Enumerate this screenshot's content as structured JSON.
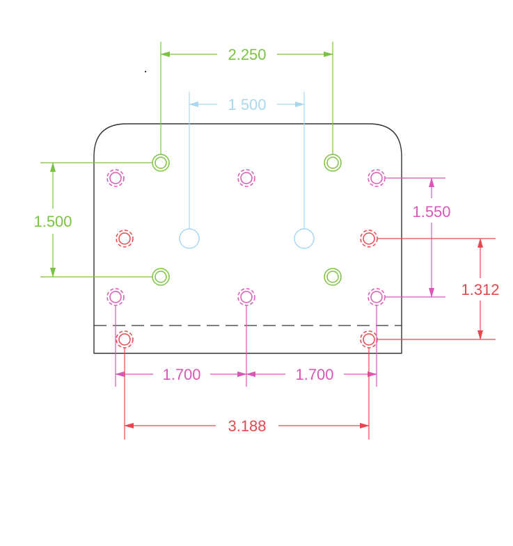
{
  "colors": {
    "background": "#ffffff",
    "outline": "#333333",
    "green": "#7cc242",
    "blue": "#a8d8ef",
    "magenta": "#d957b6",
    "red": "#e8464f"
  },
  "dimensions": {
    "top_green": "2.250",
    "top_blue": "1 500",
    "left_green": "1.500",
    "right_magenta": "1.550",
    "right_red": "1.312",
    "bottom_left_magenta": "1.700",
    "bottom_right_magenta": "1.700",
    "bottom_red": "3.188"
  }
}
